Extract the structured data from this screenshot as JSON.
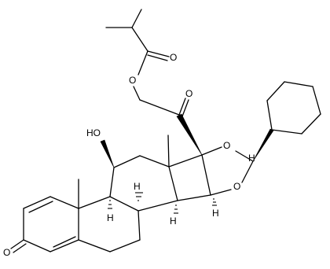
{
  "molecule": {
    "atoms": {
      "ester_oxygen_carbonyl": "O",
      "ester_oxygen_link": "O",
      "ketone_c20_oxygen": "O",
      "acetal_oxygen_top": "O",
      "acetal_oxygen_bottom": "O",
      "hydroxyl": "HO",
      "ketone_c3_oxygen": "O",
      "h_c8": "H",
      "h_c9": "H",
      "h_c14": "H",
      "h_c16": "H",
      "h_acetal": "H"
    }
  }
}
